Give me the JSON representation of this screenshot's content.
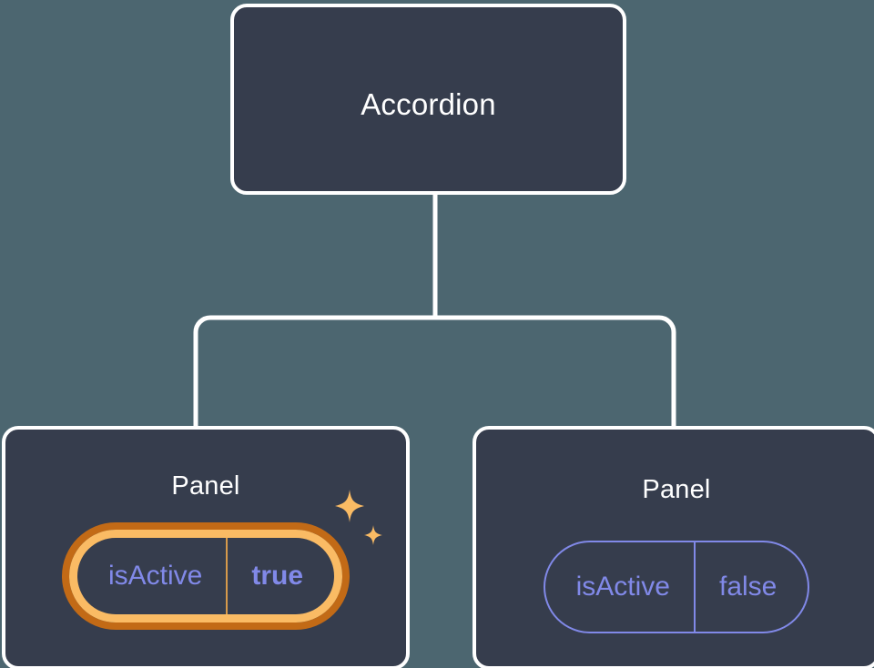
{
  "diagram": {
    "type": "component-tree",
    "background_color": "#4c6670",
    "node_fill_color": "#363d4d",
    "node_border_color": "#ffffff",
    "connector_color": "#ffffff",
    "prop_text_color": "#8189e8",
    "highlight_ring_inner_color": "#fabb64",
    "highlight_ring_outer_color": "#c26a16",
    "sparkle_color": "#fabb64",
    "root": {
      "title": "Accordion"
    },
    "children": [
      {
        "title": "Panel",
        "highlighted": true,
        "prop_key": "isActive",
        "prop_value": "true",
        "sparkle_large_label": "sparkle-large",
        "sparkle_small_label": "sparkle-small"
      },
      {
        "title": "Panel",
        "highlighted": false,
        "prop_key": "isActive",
        "prop_value": "false"
      }
    ]
  }
}
